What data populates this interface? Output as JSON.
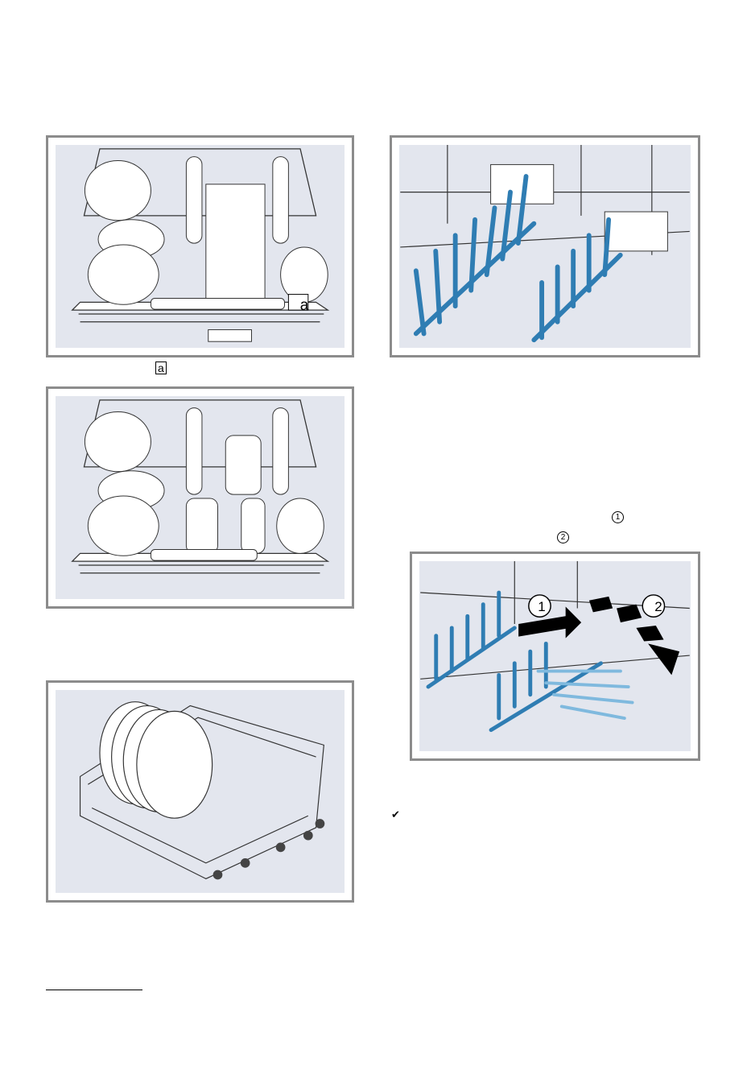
{
  "labels": {
    "callout_a": "a",
    "callout_1": "1",
    "callout_2": "2",
    "step_1": "1",
    "step_2": "2"
  },
  "icons": {
    "result": "check-icon"
  },
  "colors": {
    "frame": "#8c8c8c",
    "background": "#e3e6ee",
    "tines": "#2f7db3"
  }
}
